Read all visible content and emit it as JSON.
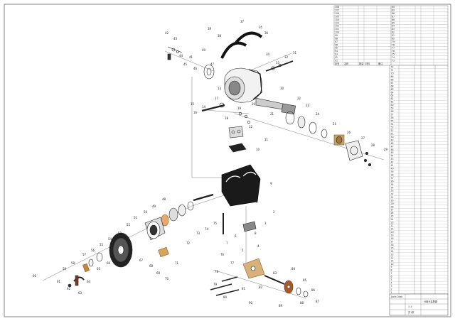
{
  "drawing": {
    "part_labels": [
      "1",
      "2",
      "3",
      "4",
      "5",
      "6",
      "7",
      "8",
      "9",
      "10",
      "11",
      "12",
      "13",
      "14",
      "15",
      "16",
      "17",
      "18",
      "19",
      "20",
      "21",
      "22",
      "23",
      "24",
      "25",
      "26",
      "27",
      "28",
      "29",
      "30",
      "31",
      "32",
      "33",
      "34",
      "35",
      "36",
      "37",
      "38",
      "39",
      "40",
      "41",
      "42",
      "43",
      "44",
      "45",
      "46",
      "47",
      "48",
      "49",
      "50",
      "51",
      "52",
      "53",
      "54",
      "55",
      "56",
      "57",
      "58",
      "59",
      "60",
      "61",
      "62",
      "63",
      "64",
      "65",
      "66",
      "67",
      "68",
      "69",
      "70",
      "71",
      "72",
      "73",
      "74",
      "75",
      "76",
      "77",
      "78",
      "79",
      "80",
      "81",
      "82",
      "83",
      "84",
      "85",
      "86",
      "87",
      "88",
      "89",
      "90"
    ],
    "top_table": {
      "left_ids": [
        "108",
        "107",
        "106",
        "105",
        "104",
        "103",
        "102",
        "101",
        "100",
        "99",
        "98",
        "97",
        "96",
        "95",
        "94",
        "93",
        "92",
        "91"
      ],
      "right_ids": [
        "90",
        "89",
        "88",
        "87",
        "86",
        "85",
        "84",
        "83",
        "82",
        "81",
        "80",
        "79",
        "78",
        "77",
        "76",
        "75",
        "74",
        "73"
      ],
      "headers": [
        "序号",
        "名称",
        "数量",
        "材料",
        "备注"
      ]
    },
    "bom_table": {
      "ids": [
        "72",
        "71",
        "70",
        "69",
        "68",
        "67",
        "66",
        "65",
        "64",
        "63",
        "62",
        "61",
        "60",
        "59",
        "58",
        "57",
        "56",
        "55",
        "54",
        "53",
        "52",
        "51",
        "50",
        "49",
        "48",
        "47",
        "46",
        "45",
        "44",
        "43",
        "42",
        "41",
        "40",
        "39",
        "38",
        "37",
        "36",
        "35",
        "34",
        "33",
        "32",
        "31",
        "30",
        "29",
        "28",
        "27",
        "26",
        "25",
        "24",
        "23",
        "22",
        "21",
        "20",
        "19",
        "18",
        "17",
        "16",
        "15",
        "14",
        "13",
        "12",
        "11",
        "10",
        "9",
        "8",
        "7",
        "6",
        "5",
        "4",
        "3",
        "2",
        "1"
      ]
    },
    "title_block": {
      "company": "Auto Desk",
      "drawing_title": "分度头装配图",
      "scale": "1:1",
      "sheet": "共1张"
    }
  }
}
